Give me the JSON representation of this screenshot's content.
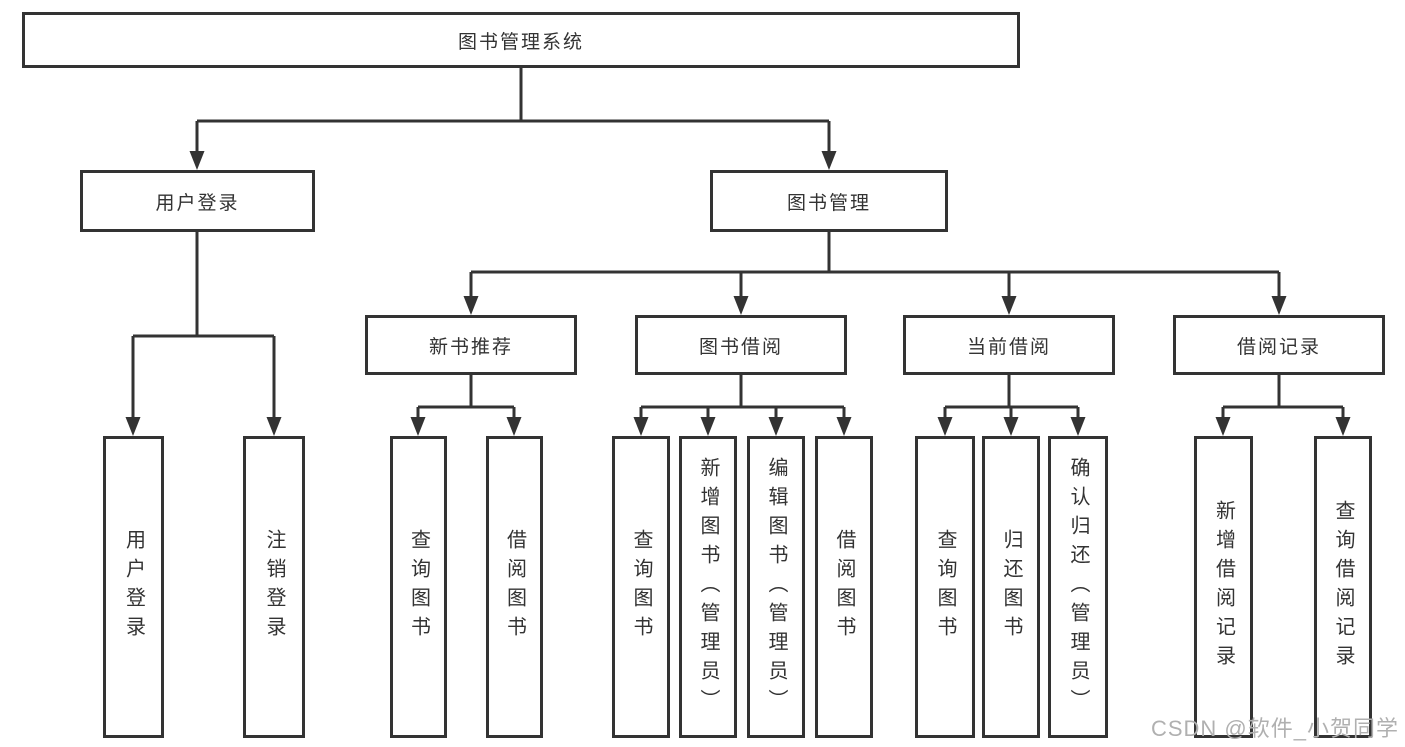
{
  "diagram": {
    "root": {
      "label": "图书管理系统"
    },
    "level2": [
      {
        "label": "用户登录"
      },
      {
        "label": "图书管理"
      }
    ],
    "level3": [
      {
        "label": "新书推荐"
      },
      {
        "label": "图书借阅"
      },
      {
        "label": "当前借阅"
      },
      {
        "label": "借阅记录"
      }
    ],
    "leaves": {
      "user_login": [
        {
          "label": "用户登录"
        },
        {
          "label": "注销登录"
        }
      ],
      "new_book": [
        {
          "label": "查询图书"
        },
        {
          "label": "借阅图书"
        }
      ],
      "book_borrow": [
        {
          "label": "查询图书"
        },
        {
          "label": "新增图书（管理员）"
        },
        {
          "label": "编辑图书（管理员）"
        },
        {
          "label": "借阅图书"
        }
      ],
      "current_borrow": [
        {
          "label": "查询图书"
        },
        {
          "label": "归还图书"
        },
        {
          "label": "确认归还（管理员）"
        }
      ],
      "borrow_record": [
        {
          "label": "新增借阅记录"
        },
        {
          "label": "查询借阅记录"
        }
      ]
    }
  },
  "watermark": {
    "text": "CSDN @软件_小贺同学"
  },
  "colors": {
    "line": "#333333",
    "text": "#333333",
    "watermark": "#b0b0b0",
    "background": "#ffffff"
  }
}
